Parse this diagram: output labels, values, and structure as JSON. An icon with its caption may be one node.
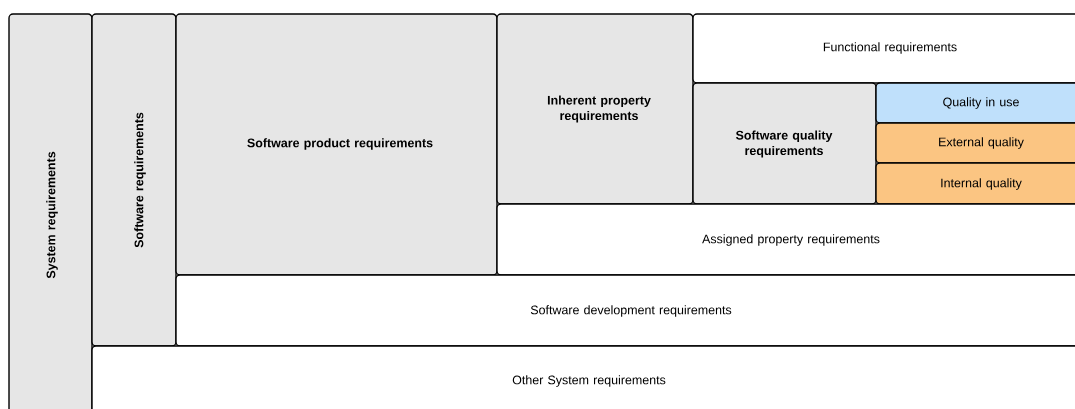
{
  "diagram": {
    "nodes": [
      {
        "text": [
          "System requirements"
        ]
      },
      {
        "text": [
          "Software requirements"
        ]
      },
      {
        "text": [
          "Software product requirements"
        ]
      },
      {
        "text": [
          "Inherent property requirements"
        ]
      },
      {
        "text": [
          "Functional requirements"
        ]
      },
      {
        "text": [
          "Software quality requirements"
        ]
      },
      {
        "text": [
          "Quality in use"
        ]
      },
      {
        "text": [
          "External quality"
        ]
      },
      {
        "text": [
          "Internal quality"
        ]
      },
      {
        "text": [
          "Assigned property requirements"
        ]
      },
      {
        "text": [
          "Software development requirements"
        ]
      },
      {
        "text": [
          "Other System requirements"
        ]
      }
    ]
  }
}
